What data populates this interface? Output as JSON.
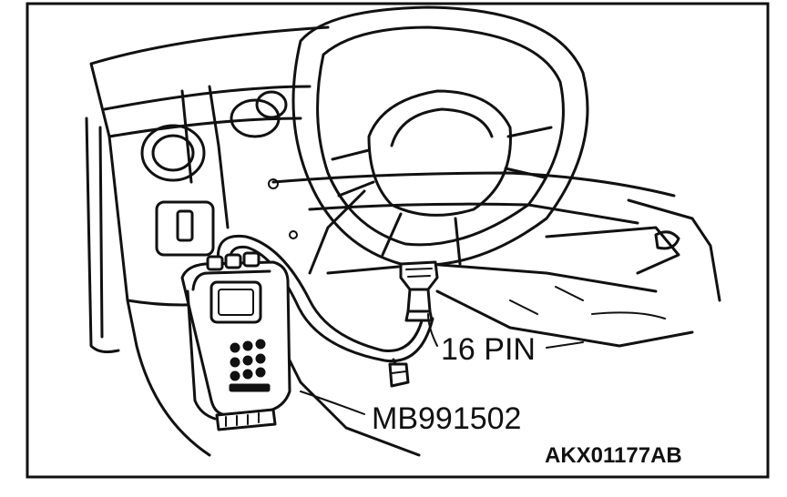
{
  "labels": {
    "connector_label": "16 PIN",
    "tool_label": "MB991502",
    "figure_id": "AKX01177AB"
  },
  "icons": [
    "steering-wheel-icon",
    "scan-tool-icon",
    "diagnostic-connector-icon"
  ],
  "colors": {
    "ink": "#111111",
    "paper": "#ffffff"
  }
}
